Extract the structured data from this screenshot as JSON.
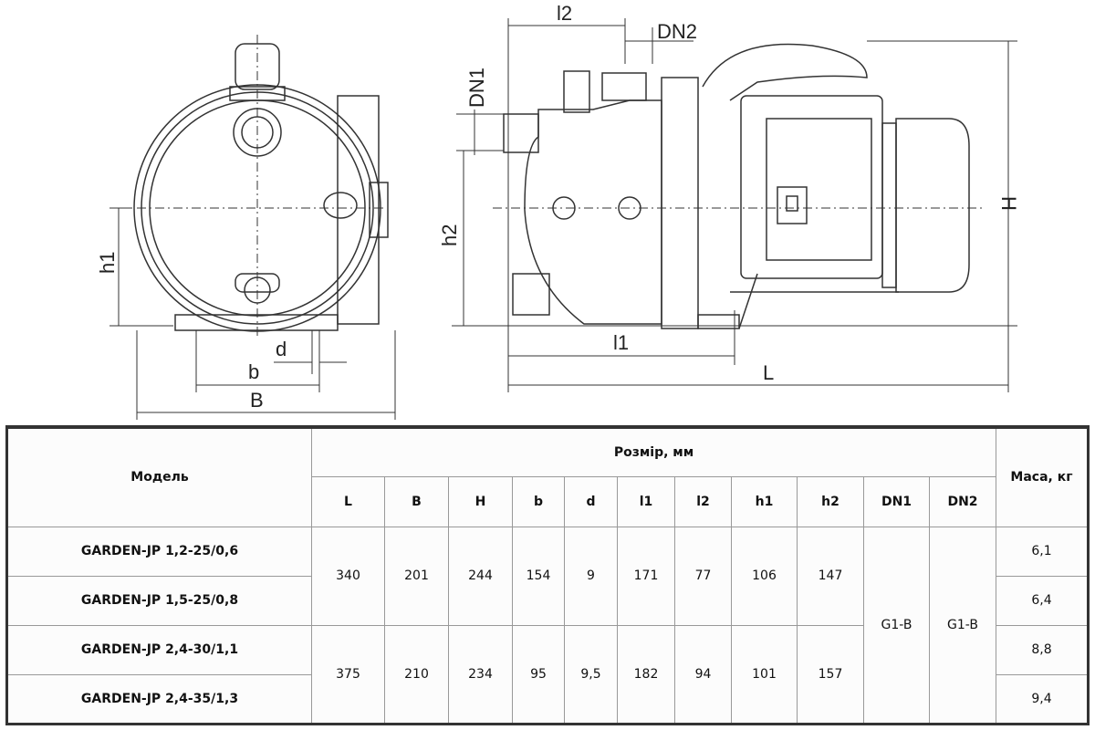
{
  "drawing": {
    "labels": {
      "h1": "h1",
      "d": "d",
      "b": "b",
      "B": "B",
      "l2": "l2",
      "DN2": "DN2",
      "DN1": "DN1",
      "h2": "h2",
      "H": "H",
      "l1": "l1",
      "L": "L"
    }
  },
  "table": {
    "model_header": "Модель",
    "size_header": "Розмір, мм",
    "mass_header": "Маса, кг",
    "columns": [
      "L",
      "B",
      "H",
      "b",
      "d",
      "l1",
      "l2",
      "h1",
      "h2",
      "DN1",
      "DN2"
    ],
    "groups": [
      {
        "models": [
          "GARDEN-JP 1,2-25/0,6",
          "GARDEN-JP 1,5-25/0,8"
        ],
        "values": [
          "340",
          "201",
          "244",
          "154",
          "9",
          "171",
          "77",
          "106",
          "147"
        ],
        "mass": [
          "6,1",
          "6,4"
        ]
      },
      {
        "models": [
          "GARDEN-JP 2,4-30/1,1",
          "GARDEN-JP 2,4-35/1,3"
        ],
        "values": [
          "375",
          "210",
          "234",
          "95",
          "9,5",
          "182",
          "94",
          "101",
          "157"
        ],
        "mass": [
          "8,8",
          "9,4"
        ]
      }
    ],
    "dn1": "G1-B",
    "dn2": "G1-B"
  }
}
